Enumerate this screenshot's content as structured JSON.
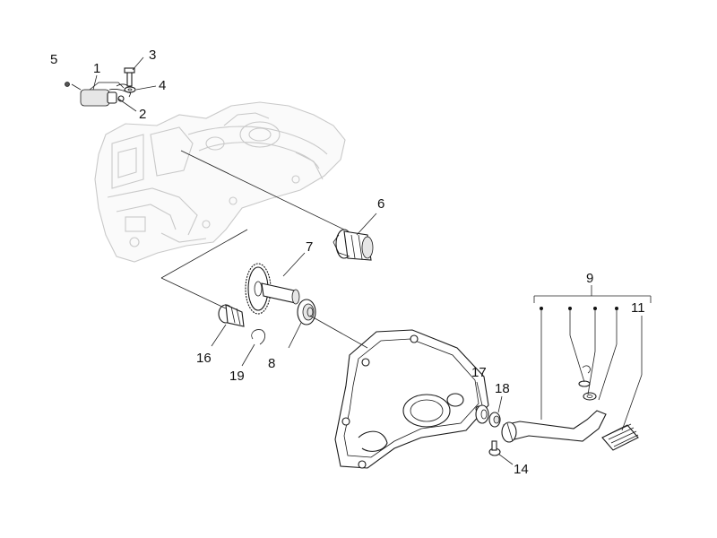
{
  "callouts": {
    "c1": "1",
    "c2": "2",
    "c3": "3",
    "c4": "4",
    "c5": "5",
    "c6": "6",
    "c7": "7",
    "c8": "8",
    "c9": "9",
    "c11": "11",
    "c14": "14",
    "c16": "16",
    "c17": "17",
    "c18": "18",
    "c19": "19"
  }
}
